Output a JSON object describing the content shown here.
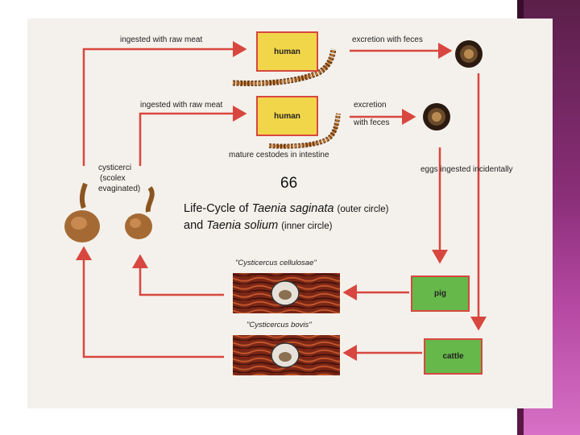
{
  "colors": {
    "arrow": "#d8473f",
    "host_box_human": "#f2d64a",
    "host_box_animal": "#66b84a",
    "slide_background": "#f4f1ec",
    "accent_stripe": "#8a2e78"
  },
  "figure": {
    "number": "66",
    "title_prefix": "Life-Cycle of ",
    "species_outer": "Taenia saginata",
    "note_outer": "(outer circle)",
    "conjunction": "and ",
    "species_inner": "Taenia solium",
    "note_inner": "(inner circle)"
  },
  "hosts": {
    "human_outer": "human",
    "human_inner": "human",
    "pig": "pig",
    "cattle": "cattle"
  },
  "labels": {
    "ingested_outer": "ingested with raw meat",
    "ingested_inner": "ingested with raw meat",
    "excretion_outer": "excretion with feces",
    "excretion_inner_line1": "excretion",
    "excretion_inner_line2": "with feces",
    "mature_cestodes": "mature cestodes in intestine",
    "eggs_ingested": "eggs ingested incidentally",
    "cysticerci_line1": "cysticerci",
    "cysticerci_line2": "(scolex",
    "cysticerci_line3": "evaginated)",
    "cysticercus_cellulosae": "\"Cysticercus cellulosae\"",
    "cysticercus_bovis": "\"Cysticercus bovis\""
  }
}
